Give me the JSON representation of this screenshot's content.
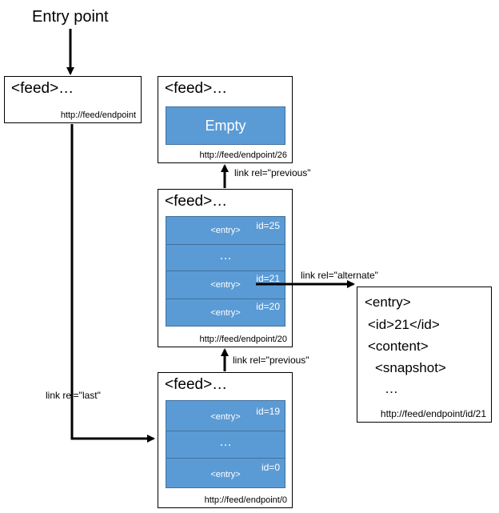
{
  "entry_point": "Entry point",
  "feeds": {
    "root": {
      "title": "<feed>…",
      "url": "http://feed/endpoint"
    },
    "page26": {
      "title": "<feed>…",
      "url": "http://feed/endpoint/26",
      "empty_label": "Empty"
    },
    "page20": {
      "title": "<feed>…",
      "url": "http://feed/endpoint/20",
      "rows": [
        {
          "tag": "<entry>",
          "id": "id=25"
        },
        {
          "ellipsis": "…"
        },
        {
          "tag": "<entry>",
          "id": "id=21"
        },
        {
          "tag": "<entry>",
          "id": "id=20"
        }
      ]
    },
    "page0": {
      "title": "<feed>…",
      "url": "http://feed/endpoint/0",
      "rows": [
        {
          "tag": "<entry>",
          "id": "id=19"
        },
        {
          "ellipsis": "…"
        },
        {
          "tag": "<entry>",
          "id": "id=0"
        }
      ]
    }
  },
  "entry_doc": {
    "lines": [
      "<entry>",
      "<id>21</id>",
      "<content>",
      "<snapshot>",
      "…"
    ],
    "url": "http://feed/endpoint/id/21"
  },
  "links": {
    "last": "link rel=\"last\"",
    "previous_upper": "link rel=\"previous\"",
    "previous_lower": "link rel=\"previous\"",
    "alternate": "link rel=\"alternate\""
  },
  "colors": {
    "entry_fill": "#5b9bd5",
    "entry_border": "#41719c",
    "line": "#000000"
  }
}
